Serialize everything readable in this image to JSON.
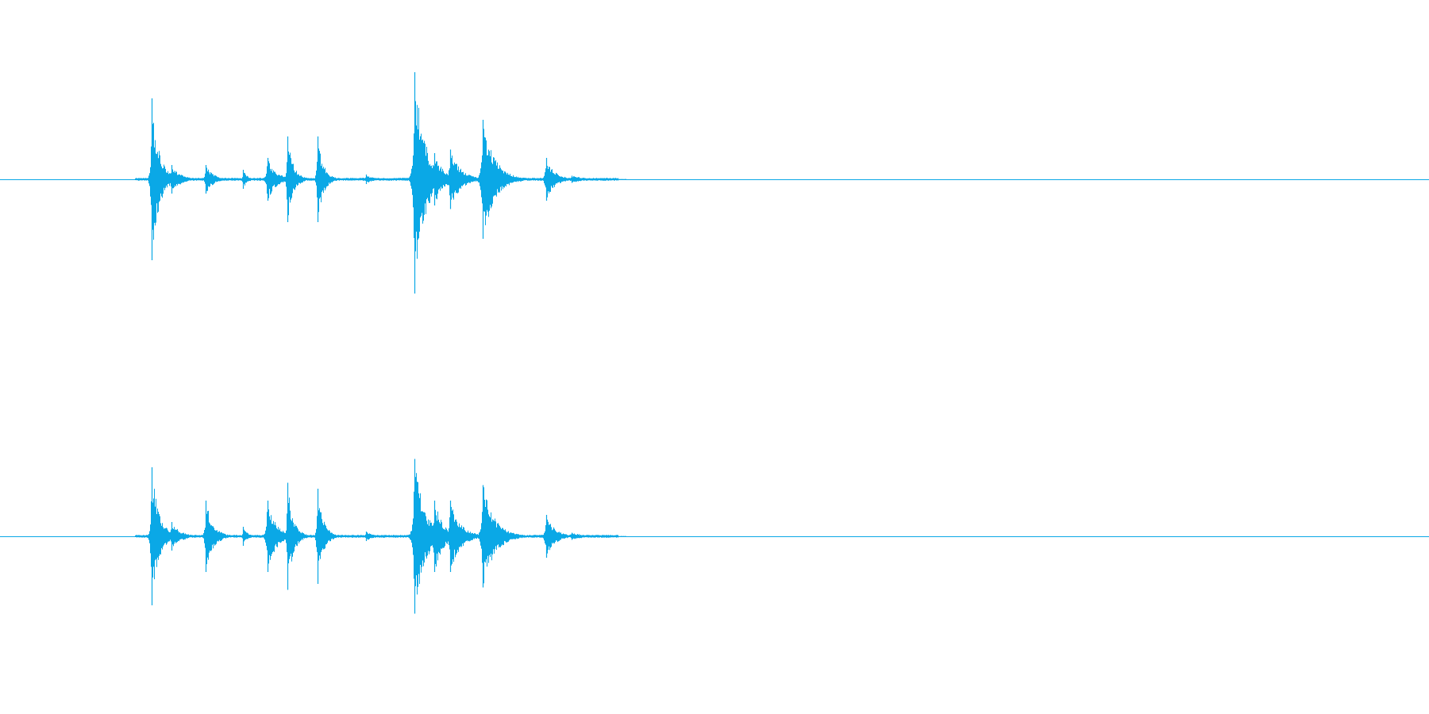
{
  "colors": {
    "background": "#ffffff",
    "waveform": "#0aa8e6"
  },
  "chart_data": {
    "type": "line",
    "title": "",
    "xlabel": "",
    "ylabel": "",
    "grid": false,
    "legend": "none",
    "x_domain": [
      0,
      1
    ],
    "y_domain": [
      -1,
      1
    ],
    "series": [
      {
        "channel": 1,
        "transients": [
          {
            "x": 0.106,
            "peak": 0.68,
            "trough": -0.68,
            "decay": 0.005
          },
          {
            "x": 0.12,
            "peak": 0.12,
            "trough": -0.12,
            "decay": 0.006
          },
          {
            "x": 0.144,
            "peak": 0.12,
            "trough": -0.12,
            "decay": 0.005
          },
          {
            "x": 0.17,
            "peak": 0.08,
            "trough": -0.08,
            "decay": 0.003
          },
          {
            "x": 0.187,
            "peak": 0.18,
            "trough": -0.18,
            "decay": 0.006
          },
          {
            "x": 0.201,
            "peak": 0.36,
            "trough": -0.36,
            "decay": 0.004
          },
          {
            "x": 0.222,
            "peak": 0.36,
            "trough": -0.36,
            "decay": 0.004
          },
          {
            "x": 0.256,
            "peak": 0.04,
            "trough": -0.04,
            "decay": 0.005
          },
          {
            "x": 0.29,
            "peak": 0.9,
            "trough": -0.96,
            "decay": 0.007
          },
          {
            "x": 0.304,
            "peak": 0.22,
            "trough": -0.22,
            "decay": 0.006
          },
          {
            "x": 0.315,
            "peak": 0.25,
            "trough": -0.25,
            "decay": 0.007
          },
          {
            "x": 0.338,
            "peak": 0.5,
            "trough": -0.5,
            "decay": 0.008
          },
          {
            "x": 0.382,
            "peak": 0.18,
            "trough": -0.18,
            "decay": 0.006
          },
          {
            "x": 0.4,
            "peak": 0.03,
            "trough": -0.03,
            "decay": 0.01
          },
          {
            "x": 0.432,
            "peak": 0.01,
            "trough": -0.01,
            "decay": 0.01
          }
        ],
        "end_x": 0.432
      },
      {
        "channel": 2,
        "transients": [
          {
            "x": 0.106,
            "peak": 0.58,
            "trough": -0.58,
            "decay": 0.005
          },
          {
            "x": 0.12,
            "peak": 0.12,
            "trough": -0.12,
            "decay": 0.006
          },
          {
            "x": 0.144,
            "peak": 0.3,
            "trough": -0.3,
            "decay": 0.005
          },
          {
            "x": 0.17,
            "peak": 0.08,
            "trough": -0.08,
            "decay": 0.003
          },
          {
            "x": 0.187,
            "peak": 0.3,
            "trough": -0.3,
            "decay": 0.006
          },
          {
            "x": 0.201,
            "peak": 0.45,
            "trough": -0.45,
            "decay": 0.004
          },
          {
            "x": 0.222,
            "peak": 0.4,
            "trough": -0.4,
            "decay": 0.004
          },
          {
            "x": 0.256,
            "peak": 0.04,
            "trough": -0.04,
            "decay": 0.005
          },
          {
            "x": 0.29,
            "peak": 0.65,
            "trough": -0.65,
            "decay": 0.007
          },
          {
            "x": 0.304,
            "peak": 0.3,
            "trough": -0.3,
            "decay": 0.006
          },
          {
            "x": 0.315,
            "peak": 0.3,
            "trough": -0.3,
            "decay": 0.007
          },
          {
            "x": 0.338,
            "peak": 0.43,
            "trough": -0.43,
            "decay": 0.008
          },
          {
            "x": 0.382,
            "peak": 0.18,
            "trough": -0.18,
            "decay": 0.006
          },
          {
            "x": 0.4,
            "peak": 0.03,
            "trough": -0.03,
            "decay": 0.01
          },
          {
            "x": 0.432,
            "peak": 0.01,
            "trough": -0.01,
            "decay": 0.01
          }
        ],
        "end_x": 0.432
      }
    ]
  }
}
